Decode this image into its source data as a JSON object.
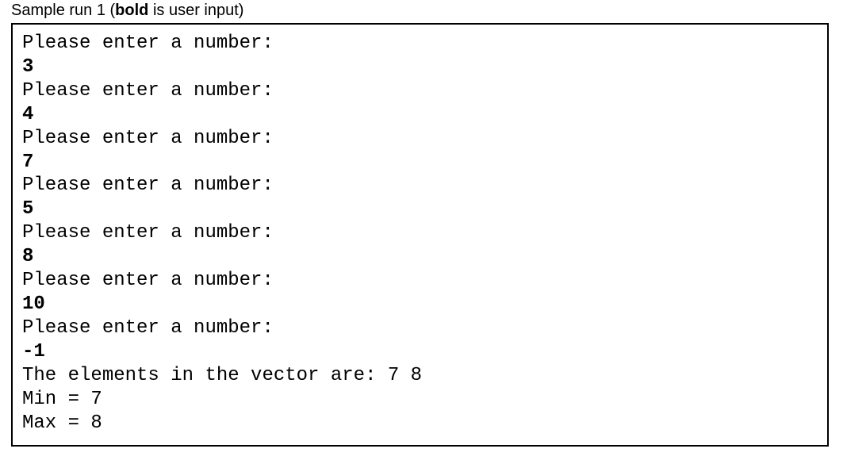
{
  "title": {
    "prefix": "Sample run 1 (",
    "bold_word": "bold",
    "suffix": " is user input)"
  },
  "console": {
    "lines": [
      {
        "text": "Please enter a number:",
        "bold": false
      },
      {
        "text": "3",
        "bold": true
      },
      {
        "text": "Please enter a number:",
        "bold": false
      },
      {
        "text": "4",
        "bold": true
      },
      {
        "text": "Please enter a number:",
        "bold": false
      },
      {
        "text": "7",
        "bold": true
      },
      {
        "text": "Please enter a number:",
        "bold": false
      },
      {
        "text": "5",
        "bold": true
      },
      {
        "text": "Please enter a number:",
        "bold": false
      },
      {
        "text": "8",
        "bold": true
      },
      {
        "text": "Please enter a number:",
        "bold": false
      },
      {
        "text": "10",
        "bold": true
      },
      {
        "text": "Please enter a number:",
        "bold": false
      },
      {
        "text": "-1",
        "bold": true
      },
      {
        "text": "The elements in the vector are: 7 8",
        "bold": false
      },
      {
        "text": "Min = 7",
        "bold": false
      },
      {
        "text": "Max = 8",
        "bold": false
      }
    ]
  },
  "colors": {
    "text": "#000000",
    "background": "#ffffff",
    "border": "#000000"
  }
}
